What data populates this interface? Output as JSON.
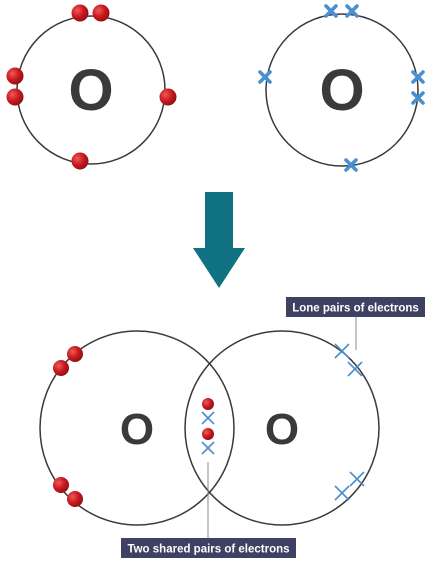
{
  "atoms": {
    "left_symbol": "O",
    "right_symbol": "O"
  },
  "molecule": {
    "left_symbol": "O",
    "right_symbol": "O"
  },
  "labels": {
    "lone_pairs": "Lone pairs of electrons",
    "shared_pairs": "Two shared pairs of electrons"
  },
  "colors": {
    "dot_electron": "#c8191e",
    "cross_electron": "#4a8fd0",
    "arrow": "#107183",
    "label_bg": "#3e4162",
    "ring": "#3a3a3a"
  },
  "icons": {
    "dot": "red-dot-electron-icon",
    "cross": "blue-cross-electron-icon",
    "arrow": "down-arrow-icon"
  }
}
